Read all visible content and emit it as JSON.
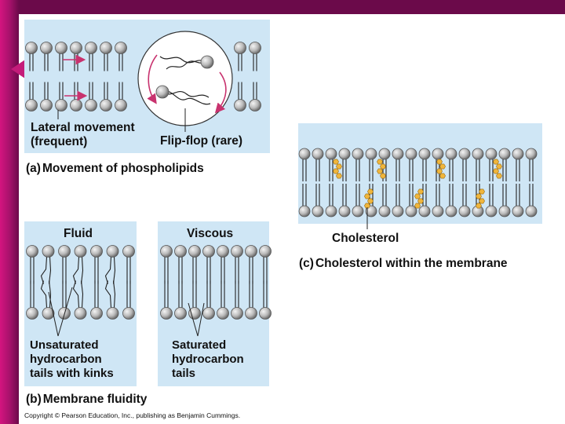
{
  "panel_a": {
    "tag": "(a)",
    "caption": "Movement of phospholipids",
    "label_lateral_line1": "Lateral movement",
    "label_lateral_line2": "(frequent)",
    "label_flipflop": "Flip-flop (rare)"
  },
  "panel_b": {
    "tag": "(b)",
    "caption": "Membrane fluidity",
    "fluid_title": "Fluid",
    "viscous_title": "Viscous",
    "unsat_line1": "Unsaturated",
    "unsat_line2": "hydrocarbon",
    "unsat_line3": "tails with kinks",
    "sat_line1": "Saturated",
    "sat_line2": "hydrocarbon",
    "sat_line3": "tails"
  },
  "panel_c": {
    "tag": "(c)",
    "caption": "Cholesterol within the membrane",
    "label_cholesterol": "Cholesterol"
  },
  "copyright": "Copyright © Pearson Education, Inc., publishing as Benjamin Cummings.",
  "colors": {
    "panel_bg": "#cfe6f5",
    "head": "#b9b9b9",
    "arrow": "#c8326e",
    "cholesterol": "#f0b63c"
  }
}
